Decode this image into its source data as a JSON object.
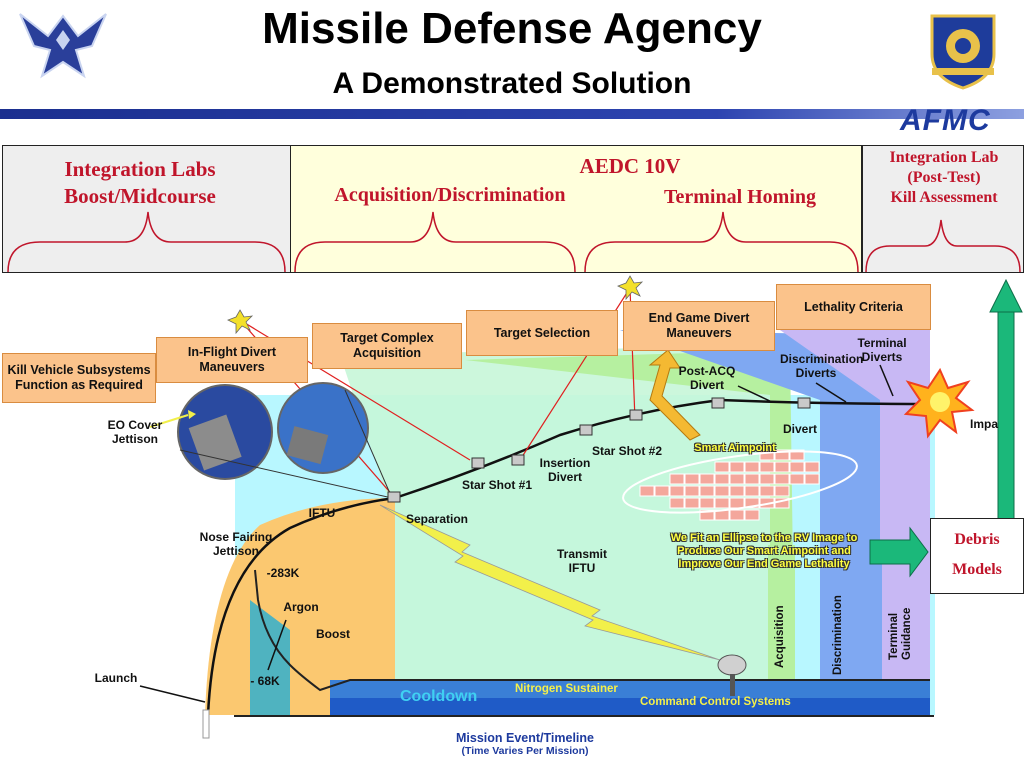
{
  "header": {
    "title": "Missile Defense Agency",
    "subtitle": "A Demonstrated Solution",
    "brand": "AFMC"
  },
  "colors": {
    "header_line": "#2d44b0",
    "lab_text": "#c0152b",
    "tag_fill": "#fbc38b",
    "cyan_field": "#b8f7ff",
    "boost_area": "#fbc870",
    "trajectory": "#111111",
    "arrow_green": "#1bb87a"
  },
  "phases": {
    "left_lab": {
      "line1": "Integration Labs",
      "line2": "Boost/Midcourse"
    },
    "aedc": {
      "title": "AEDC 10V",
      "acq": "Acquisition/Discrimination",
      "terminal": "Terminal Homing"
    },
    "right_lab": {
      "line1": "Integration Lab",
      "line2": "(Post-Test)",
      "line3": "Kill Assessment"
    },
    "debris": {
      "line1": "Debris",
      "line2": "Models"
    }
  },
  "tags": {
    "kill_vehicle": "Kill Vehicle Subsystems Function as Required",
    "inflight": "In-Flight Divert Maneuvers",
    "target_complex": "Target Complex Acquisition",
    "target_selection": "Target Selection",
    "end_game": "End Game Divert Maneuvers",
    "lethality": "Lethality Criteria"
  },
  "labels": {
    "eo_cover": "EO Cover Jettison",
    "iftu_top": "IFTU",
    "separation": "Separation",
    "star1": "Star Shot #1",
    "insertion": "Insertion Divert",
    "star2": "Star Shot #2",
    "post_acq": "Post-ACQ Divert",
    "disc_diverts": "Discrimination Diverts",
    "terminal_diverts": "Terminal Diverts",
    "divert": "Divert",
    "impact": "Impa",
    "smart_aimpoint": "Smart Aimpoint",
    "ellipse_note": "We Fit an Ellipse to the RV Image to Produce Our Smart Aimpoint and Improve Our End Game Lethality",
    "nose_fairing": "Nose Fairing Jettison",
    "k283": "-283K",
    "argon": "Argon",
    "boost": "Boost",
    "k68": "- 68K",
    "launch": "Launch",
    "transmit": "Transmit IFTU",
    "cooldown": "Cooldown",
    "nitrogen": "Nitrogen Sustainer",
    "command": "Command Control Systems",
    "acq_band": "Acquisition",
    "disc_band": "Discrimination",
    "term_band": "Terminal Guidance"
  },
  "footer": {
    "line1": "Mission Event/Timeline",
    "line2": "(Time Varies Per Mission)"
  }
}
